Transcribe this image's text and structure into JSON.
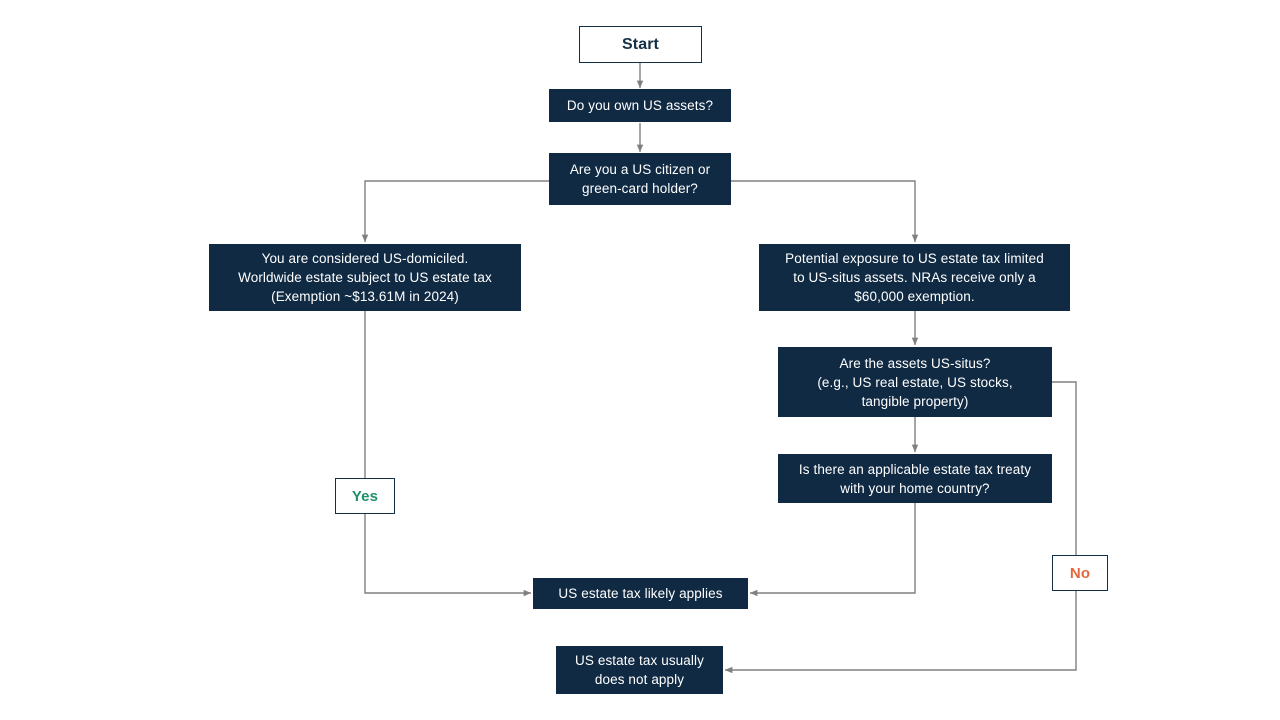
{
  "diagram": {
    "title": "US Estate Tax Exposure Decision Flowchart",
    "colors": {
      "node_fill": "#102a43",
      "node_text": "#ffffff",
      "outline_node_border": "#123047",
      "connector": "#808080",
      "yes_label": "#1f9268",
      "no_label": "#e2673c",
      "background": "#ffffff"
    },
    "nodes": {
      "start": "Start",
      "own_us_assets": "Do you own US assets?",
      "citizen_or_green_card": "Are you a US citizen or\ngreen-card holder?",
      "us_domiciled": "You are considered US-domiciled.\nWorldwide estate subject to US estate tax\n(Exemption  ~$13.61M in 2024)",
      "nra_exposure": "Potential exposure to US estate tax limited\nto US-situs assets. NRAs receive only a\n$60,000 exemption.",
      "assets_us_situs": "Are the assets US-situs?\n(e.g., US real estate, US stocks,\ntangible property)",
      "treaty_question": "Is there an applicable estate tax treaty\nwith your home country?",
      "tax_applies": "US estate tax likely applies",
      "tax_not_apply": "US estate tax usually\ndoes not apply"
    },
    "branch_labels": {
      "yes": "Yes",
      "no": "No"
    }
  }
}
